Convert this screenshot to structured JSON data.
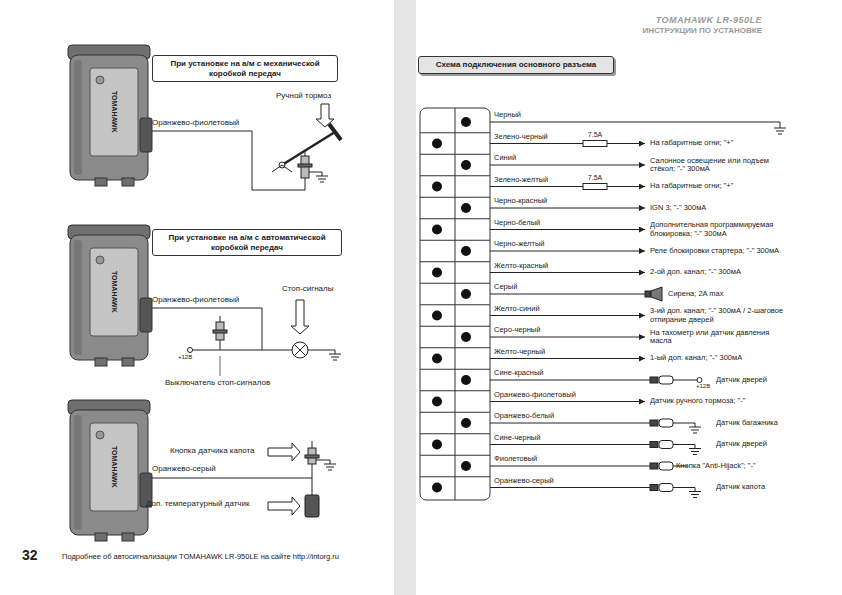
{
  "diagram": {
    "nodes": [
      {
        "text": [
          "При установке на а/м с механической коробкой передач"
        ]
      },
      {
        "text": [
          "При установке на а/м с автоматической коробкой передач"
        ]
      },
      {
        "text": [
          "Схема подключения основного разъема"
        ]
      }
    ],
    "labels": [
      "TOMAHAWK LR-950LE",
      "ИНСТРУКЦИИ ПО УСТАНОВКЕ",
      "TOMAHAWK",
      "Ручной тормоз",
      "Оранжево-фиолетовый",
      "TOMAHAWK",
      "Оранжево-фиолетовый",
      "Стоп-сигналы",
      "+12В",
      "Выключатель стоп-сигналов",
      "TOMAHAWK",
      "Кнопка датчика капота",
      "Оранжево-серый",
      "Доп. температурный датчик",
      "Черный",
      "Зелено-черный",
      "7.5A",
      "На габаритные огни; \"+\"",
      "Синий",
      "Салонное освещение или подъем стёкол; \"-\" 300мА",
      "Зелено-желтый",
      "7.5A",
      "На габаритные огни; \"+\"",
      "Черно-красный",
      "IGN 3; \"-\" 300мА",
      "Черно-белый",
      "Дополнительная программируемая блокировка; \"-\" 300мА",
      "Черно-желтый",
      "Реле блокировки стартера; \"-\" 300мА",
      "Желто-красный",
      "2-ой доп. канал; \"-\" 300мА",
      "Серый",
      "Сирена; 2A max",
      "Желто-синий",
      "3-ий доп. канал; \"-\" 300мА / 2-шаговое отпирание дверей",
      "Серо-черный",
      "На тахометр или датчик давления масла",
      "Желто-черный",
      "1-ый доп. канал; \"-\" 300мА",
      "Сине-красный",
      "+12В",
      "Датчик дверей",
      "Оранжево-фиолетовый",
      "Датчик ручного тормоза; \"-\"",
      "Оранжево-белый",
      "Датчик багажника",
      "Сине-черный",
      "Датчик дверей",
      "Фиолетовый",
      "Кнопка \"Anti-Hijack\"; \"-\"",
      "Оранжево-серый",
      "Датчик капота",
      "32",
      "Подробнее об автосигнализации TOMAHAWK LR-950LE на сайте http://intorg.ru"
    ]
  }
}
